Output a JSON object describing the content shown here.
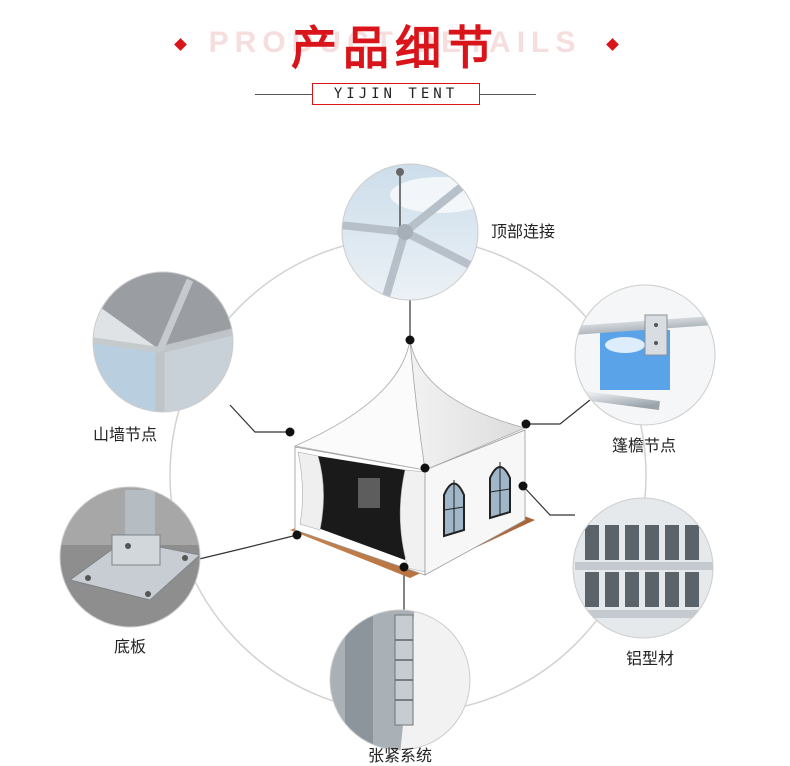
{
  "header": {
    "title": "产品细节",
    "background_text": "PRODUCT DETAILS",
    "subtitle": "YIJIN TENT"
  },
  "details": {
    "top": "顶部连接",
    "gable": "山墙节点",
    "eave": "篷檐节点",
    "base": "底板",
    "aluminum": "铝型材",
    "tension": "张紧系统"
  },
  "colors": {
    "accent": "#d9141b",
    "ring": "#cfcfcf",
    "dot": "#111111"
  }
}
